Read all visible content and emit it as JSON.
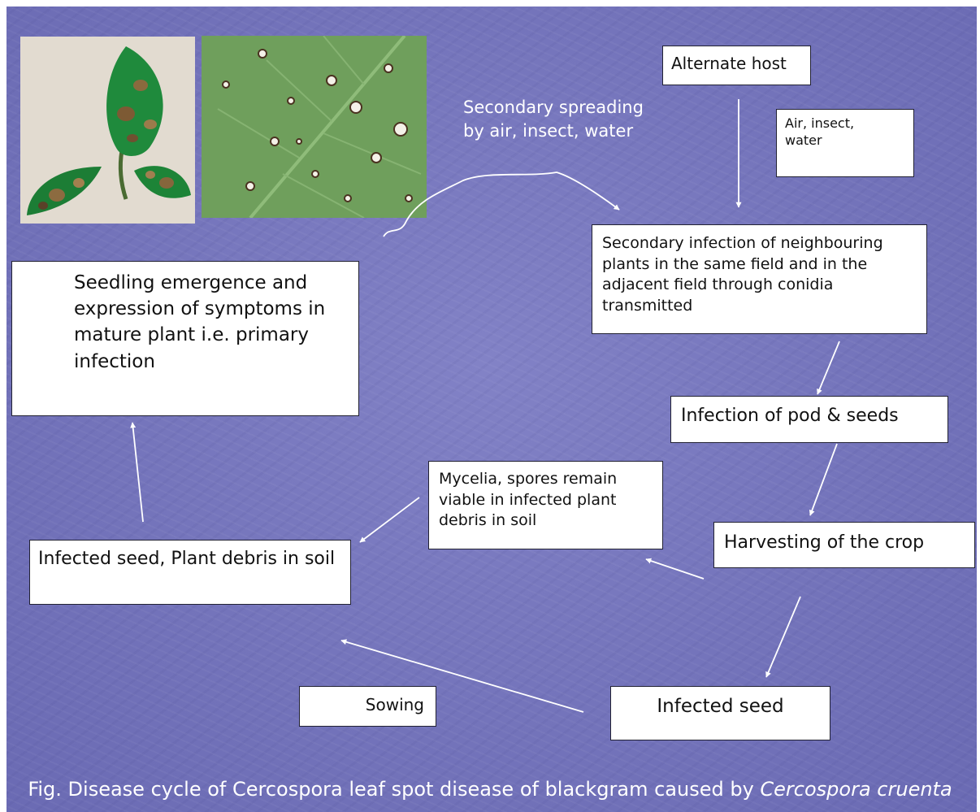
{
  "diagram": {
    "nodes": {
      "alternate_host": "Alternate host",
      "vectors": "Air, insect,\nwater",
      "secondary_infection": "Secondary infection of neighbouring plants in the same field and in the adjacent field through conidia transmitted",
      "pod_infection": "Infection of pod & seeds",
      "harvesting": "Harvesting of the crop",
      "mycelia": "Mycelia, spores remain viable in infected plant debris in soil",
      "infected_seed_debris": "Infected seed, Plant debris in soil",
      "seedling": "Seedling emergence and expression of symptoms in mature plant i.e. primary infection",
      "sowing": "Sowing",
      "infected_seed": "Infected seed"
    },
    "labels": {
      "secondary_spreading": "Secondary spreading\nby air, insect, water"
    }
  },
  "caption": {
    "prefix": "Fig. Disease cycle of Cercospora leaf spot disease of blackgram caused by ",
    "species": "Cercospora cruenta"
  },
  "colors": {
    "background": "#7676bc",
    "box_fill": "#ffffff",
    "arrow": "#ffffff"
  }
}
